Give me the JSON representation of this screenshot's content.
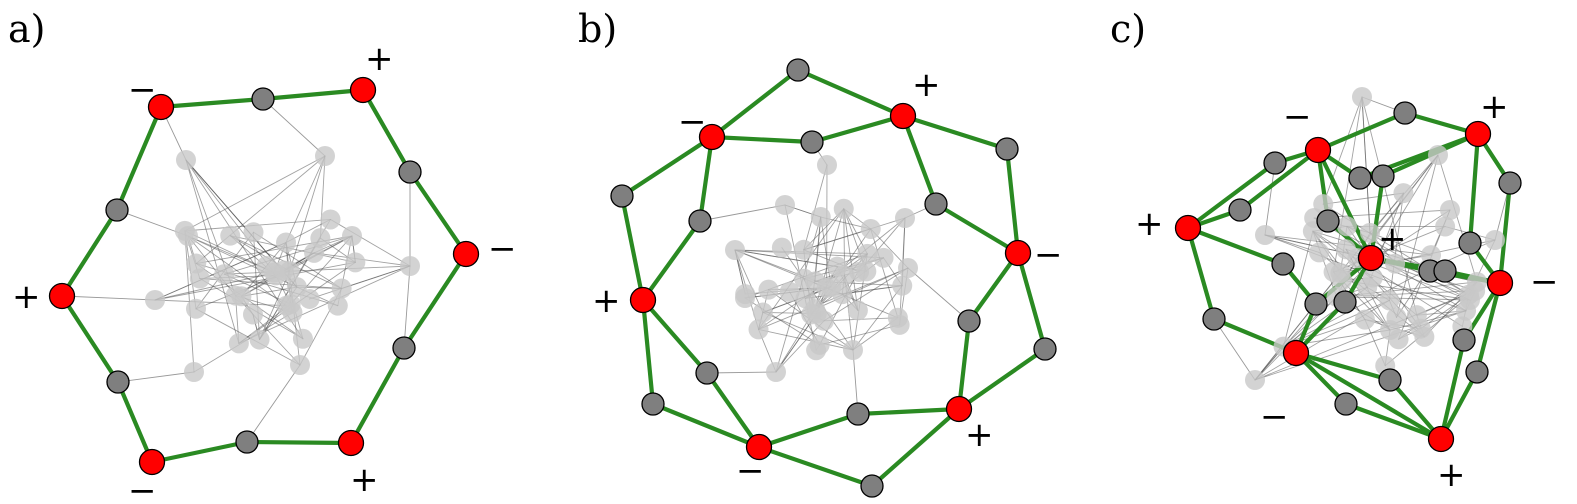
{
  "colors": {
    "outer_edge": "#2a8a22",
    "red_node": "#ff0000",
    "gray_node": "#7f7f7f",
    "faded_node": "#c8c8c8",
    "inner_edge": "#555555"
  },
  "panels": [
    {
      "label": "a)",
      "signs": [
        "−",
        "+",
        "−",
        "+",
        "−",
        "+"
      ]
    },
    {
      "label": "b)",
      "signs": [
        "−",
        "+",
        "−",
        "+",
        "−",
        "+"
      ]
    },
    {
      "label": "c)",
      "signs": [
        "−",
        "+",
        "+",
        "−",
        "+",
        "−",
        "+"
      ]
    }
  ]
}
